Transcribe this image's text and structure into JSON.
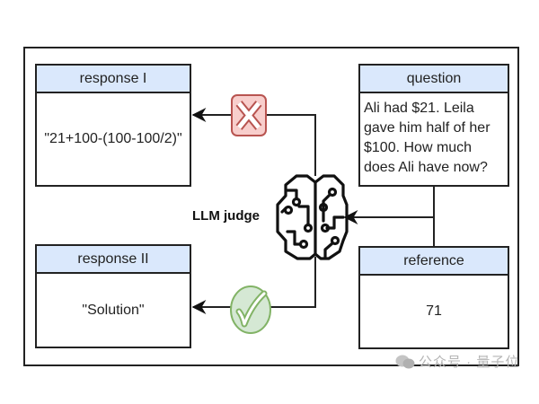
{
  "diagram": {
    "judge_label": "LLM judge",
    "boxes": {
      "response_1": {
        "header": "response I",
        "body": "\"21+100-(100-100/2)\""
      },
      "response_2": {
        "header": "response II",
        "body": "\"Solution\""
      },
      "question": {
        "header": "question",
        "body": "Ali had $21. Leila gave him half of her $100. How much does Ali have now?"
      },
      "reference": {
        "header": "reference",
        "body": "71"
      }
    },
    "verdicts": {
      "response_1": {
        "icon": "cross-icon",
        "meaning": "incorrect",
        "color": "#f8cecc",
        "stroke": "#b85450"
      },
      "response_2": {
        "icon": "check-icon",
        "meaning": "correct",
        "color": "#d5e8d4",
        "stroke": "#82b366"
      }
    },
    "colors": {
      "header_fill": "#dae8fc",
      "line": "#222222"
    }
  },
  "watermark": {
    "text": "公众号 · 量子位",
    "icon": "wechat-icon"
  }
}
